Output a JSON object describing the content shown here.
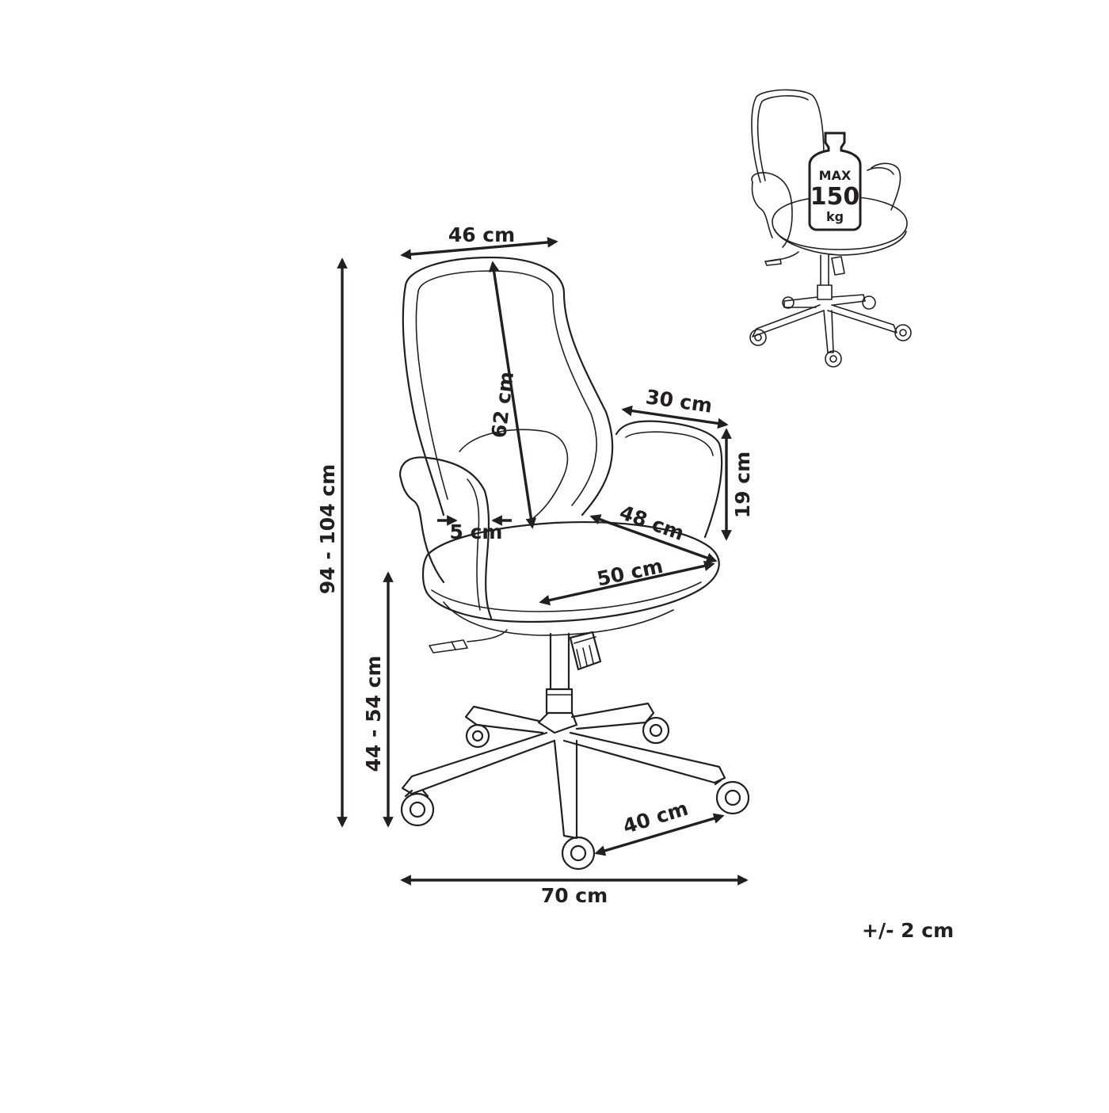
{
  "dimensions": {
    "backrest_width": "46 cm",
    "backrest_height": "62 cm",
    "armrest_depth": "30 cm",
    "armrest_height": "19 cm",
    "seat_depth": "48 cm",
    "seat_width": "50 cm",
    "armrest_thickness": "5 cm",
    "total_height": "94 - 104 cm",
    "seat_height": "44 - 54 cm",
    "base_leg": "40 cm",
    "total_width": "70 cm"
  },
  "weight_badge": {
    "line1": "MAX",
    "line2": "150",
    "line3": "kg"
  },
  "tolerance": "+/- 2 cm"
}
